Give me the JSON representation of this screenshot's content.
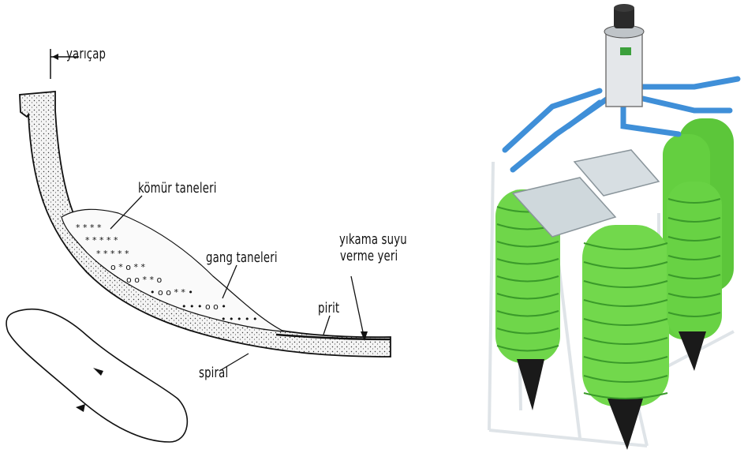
{
  "diagram": {
    "labels": {
      "radius": "yarıçap",
      "coal_particles": "kömür taneleri",
      "gangue_particles": "gang taneleri",
      "wash_water_line1": "yıkama suyu",
      "wash_water_line2": "verme yeri",
      "pyrite": "pirit",
      "spiral": "spiral"
    }
  },
  "colors": {
    "ink": "#111111",
    "stipple_fill": "#f2f2f2",
    "spiral_green": "#6fd64a",
    "spiral_green_dark": "#3a9a2a",
    "pipe_blue": "#3f8fd8",
    "frame_white": "#e8ecef"
  }
}
